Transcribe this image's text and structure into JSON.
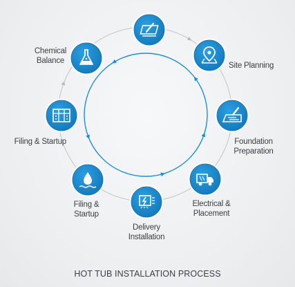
{
  "title": "HOT TUB INSTALLATION PROCESS",
  "colors": {
    "accent": "#1a8fd6",
    "accent_dark": "#1378b8",
    "ring": "#1a8fd6",
    "outer_ring": "#c4c8cc",
    "text": "#3a3f45"
  },
  "steps": [
    {
      "label": "",
      "icon": "blueprint-drafting-icon"
    },
    {
      "label": "Site Planning",
      "icon": "map-pin-icon"
    },
    {
      "label": "Foundation\nPreparation",
      "icon": "foundation-trowel-icon"
    },
    {
      "label": "Electrical &\nPlacement",
      "icon": "delivery-truck-icon"
    },
    {
      "label": "Delivery\nInstallation",
      "icon": "electrical-panel-icon"
    },
    {
      "label": "Filing &\nStartup",
      "icon": "water-drop-icon"
    },
    {
      "label": "Filing & Startup",
      "icon": "control-panel-icon"
    },
    {
      "label": "Chemical\nBalance",
      "icon": "chemical-flask-icon"
    }
  ]
}
